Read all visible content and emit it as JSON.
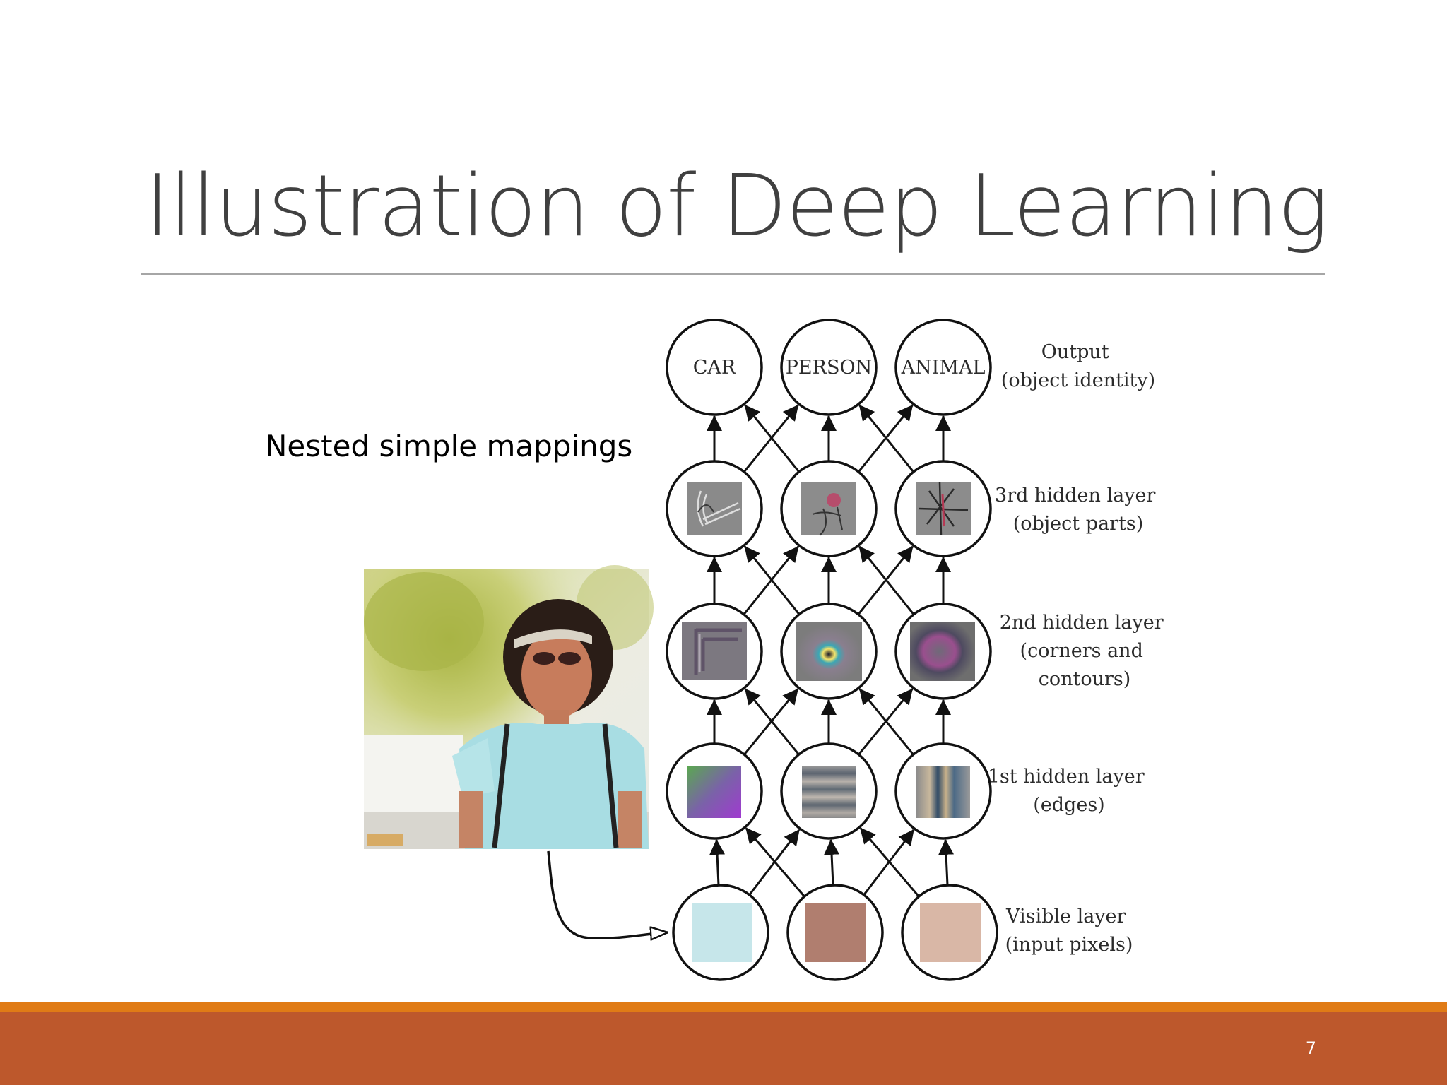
{
  "slide": {
    "title": "Illustration of Deep Learning",
    "subtitle": "Nested simple mappings",
    "page_number": "7"
  },
  "diagram": {
    "output_nodes": [
      "CAR",
      "PERSON",
      "ANIMAL"
    ],
    "layer_labels": [
      {
        "lines": [
          "Output",
          "(object identity)"
        ]
      },
      {
        "lines": [
          "3rd hidden layer",
          "(object parts)"
        ]
      },
      {
        "lines": [
          "2nd hidden layer",
          "(corners and",
          "contours)"
        ]
      },
      {
        "lines": [
          "1st hidden layer",
          "(edges)"
        ]
      },
      {
        "lines": [
          "Visible layer",
          "(input pixels)"
        ]
      }
    ],
    "visible_pixel_colors": [
      "#c6e6ea",
      "#b07e6f",
      "#d9b7a6"
    ],
    "photo_subject": "person-in-visor-photo"
  },
  "colors": {
    "title_text": "#404040",
    "rule": "#a6a6a6",
    "footer_stripe": "#e07b16",
    "footer_bar": "#bd582c"
  }
}
